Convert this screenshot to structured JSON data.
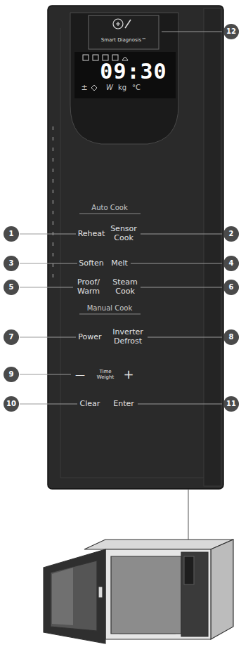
{
  "diagram": {
    "nodes": [
      {
        "text": [
          "Auto Cook",
          "Reheat",
          "Sensor Cook",
          "Soften",
          "Melt",
          "Proof/ Warm",
          "Steam Cook",
          "Manual Cook",
          "Power",
          "Inverter Defrost",
          "—",
          "Time Weight",
          "+",
          "Clear",
          "Enter"
        ]
      },
      {
        "text": [
          "09:30",
          "±",
          "W",
          "kg",
          "°C"
        ],
        "in": 0
      },
      {
        "text": [
          "Smart Diagnosis™"
        ],
        "in": 0
      },
      {
        "text": [
          "1"
        ]
      },
      {
        "text": [
          "2"
        ]
      },
      {
        "text": [
          "3"
        ]
      },
      {
        "text": [
          "4"
        ]
      },
      {
        "text": [
          "5"
        ]
      },
      {
        "text": [
          "6"
        ]
      },
      {
        "text": [
          "7"
        ]
      },
      {
        "text": [
          "8"
        ]
      },
      {
        "text": [
          "9"
        ]
      },
      {
        "text": [
          "10"
        ]
      },
      {
        "text": [
          "11"
        ]
      },
      {
        "text": [
          "12"
        ]
      }
    ]
  }
}
